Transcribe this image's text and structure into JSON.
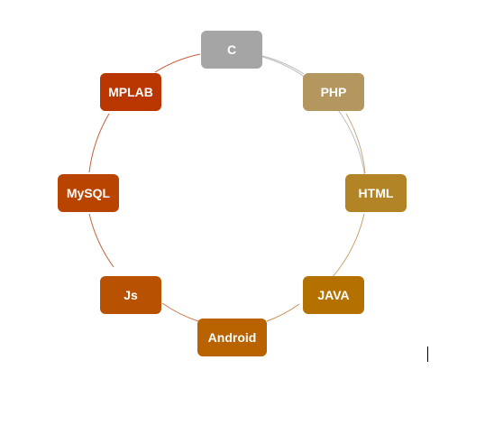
{
  "diagram": {
    "type": "cycle",
    "ring_color": "#c8a78a",
    "nodes": [
      {
        "label": "C",
        "color": "#a5a5a5"
      },
      {
        "label": "PHP",
        "color": "#b4975f"
      },
      {
        "label": "HTML",
        "color": "#b38425"
      },
      {
        "label": "JAVA",
        "color": "#b57100"
      },
      {
        "label": "Android",
        "color": "#b86200"
      },
      {
        "label": "Js",
        "color": "#b85200"
      },
      {
        "label": "MySQL",
        "color": "#b94400"
      },
      {
        "label": "MPLAB",
        "color": "#b93600"
      }
    ]
  }
}
